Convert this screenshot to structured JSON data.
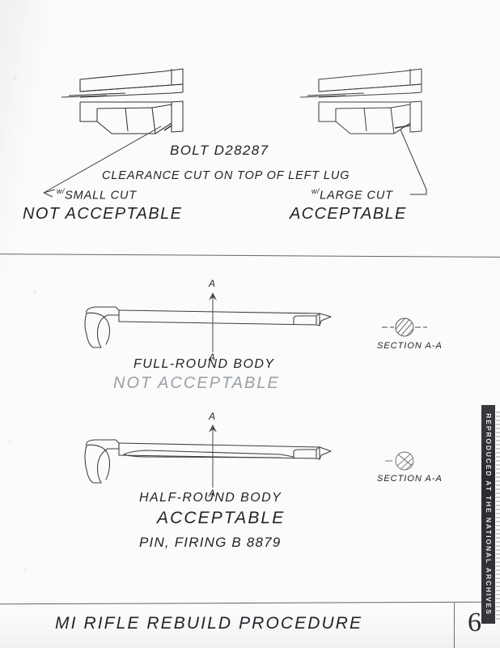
{
  "document": {
    "kind": "scanned-technical-drawing",
    "page_number": "6",
    "title_block": "MI RIFLE REBUILD PROCEDURE",
    "archive_stamp": "REPRODUCED AT THE NATIONAL ARCHIVES"
  },
  "colors": {
    "paper": "#fbfbfb",
    "ink": "#23232a",
    "faded_ink": "#9aa0a6",
    "rule": "#4a4a52",
    "strip_bg": "#323237",
    "strip_text": "#e9e9ea"
  },
  "panels": [
    {
      "id": "bolt-panel",
      "part_label": "BOLT  D28287",
      "feature_note": "CLEARANCE CUT ON TOP OF LEFT LUG",
      "figures": [
        {
          "id": "bolt-small-cut",
          "callout_prefix": "w/",
          "callout": "SMALL CUT",
          "verdict": "NOT ACCEPTABLE"
        },
        {
          "id": "bolt-large-cut",
          "callout_prefix": "w/",
          "callout": "LARGE CUT",
          "verdict": "ACCEPTABLE"
        }
      ]
    },
    {
      "id": "firing-pin-panel",
      "part_label": "PIN, FIRING    B 8879",
      "figures": [
        {
          "id": "full-round-pin",
          "body_label": "FULL-ROUND BODY",
          "verdict": "NOT ACCEPTABLE",
          "verdict_faded": true,
          "section_label": "SECTION A-A",
          "section_shape": "full-circle-hatched",
          "cut_marks": [
            "A",
            "A"
          ]
        },
        {
          "id": "half-round-pin",
          "body_label": "HALF-ROUND BODY",
          "verdict": "ACCEPTABLE",
          "verdict_faded": false,
          "section_label": "SECTION A-A",
          "section_shape": "half-round-hatched",
          "cut_marks": [
            "A",
            "A"
          ]
        }
      ]
    }
  ]
}
